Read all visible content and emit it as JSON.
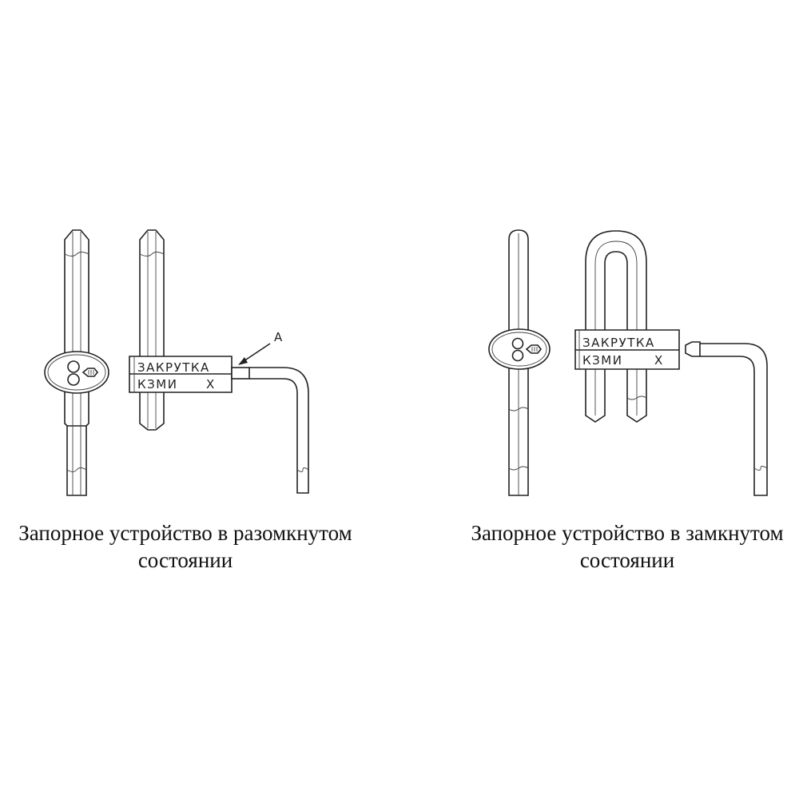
{
  "left_device": {
    "tag_line1": "ЗАКРУТКА",
    "tag_line2": "КЗМИ",
    "tag_mark": "X",
    "callout": "A",
    "caption_line1": "Запорное устройство в разомкнутом",
    "caption_line2": "состоянии"
  },
  "right_device": {
    "tag_line1": "ЗАКРУТКА",
    "tag_line2": "КЗМИ",
    "tag_mark": "X",
    "caption_line1": "Запорное устройство в замкнутом",
    "caption_line2": "состоянии"
  },
  "colors": {
    "ink": "#222222",
    "background": "#ffffff"
  }
}
